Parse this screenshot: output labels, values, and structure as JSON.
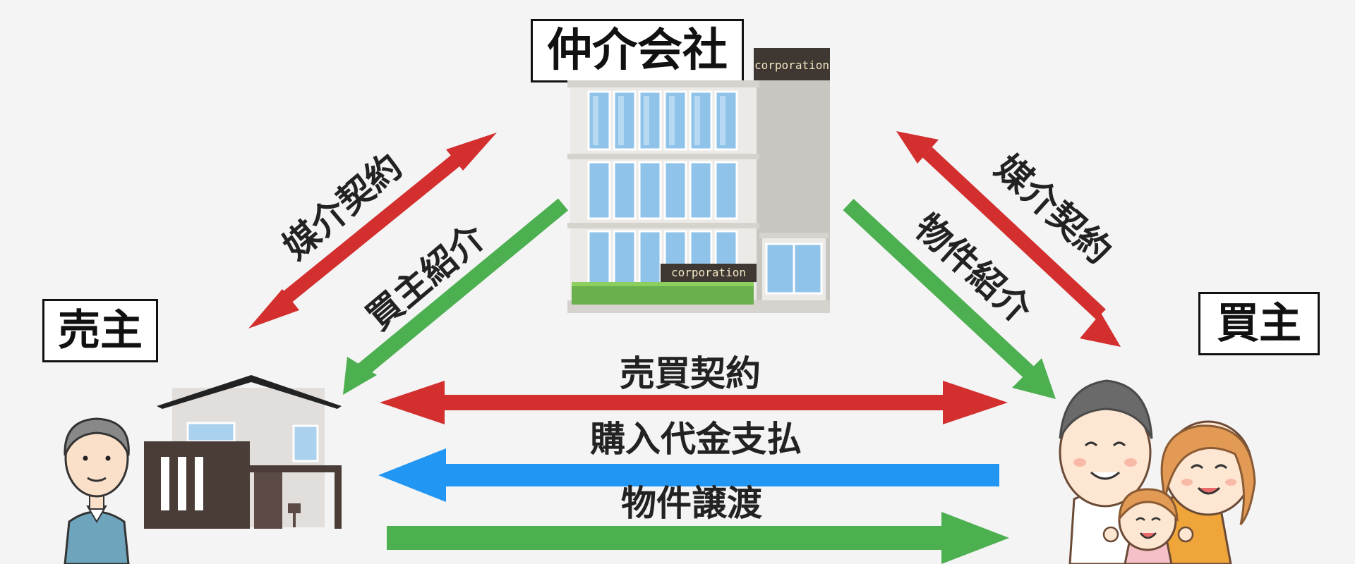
{
  "nodes": {
    "broker": "仲介会社",
    "seller": "売主",
    "buyer": "買主"
  },
  "building": {
    "sign_top": "corporation",
    "sign_bottom": "corporation"
  },
  "relations": {
    "seller_brokerage": "媒介契約",
    "buyer_intro_to_seller": "買主紹介",
    "buyer_brokerage": "媒介契約",
    "property_intro": "物件紹介",
    "sales_contract": "売買契約",
    "payment": "購入代金支払",
    "transfer": "物件譲渡"
  },
  "colors": {
    "contract": "#d32f2f",
    "intro": "#4caf50",
    "payment": "#2196f3",
    "background": "#f4f4f4"
  }
}
